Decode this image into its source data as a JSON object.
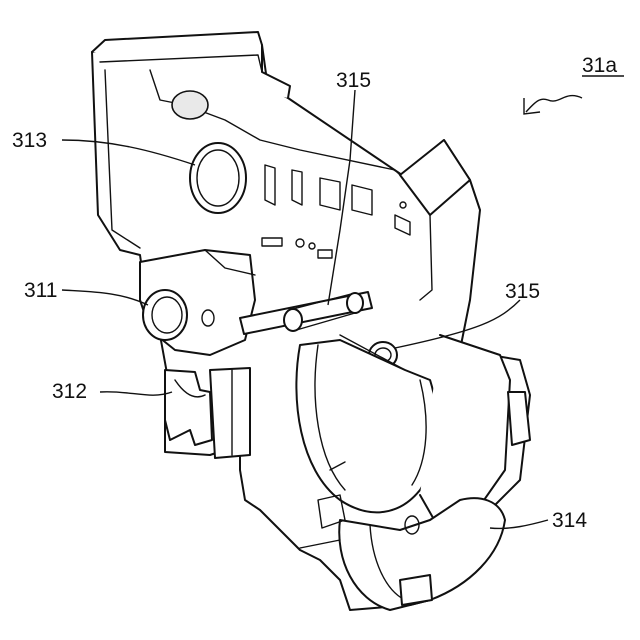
{
  "figure": {
    "labels": {
      "assembly": "31a",
      "pipe_upper": "313",
      "bore_left": "311",
      "hook": "312",
      "pin_center": "315",
      "pin_right": "315",
      "drum": "314"
    }
  }
}
